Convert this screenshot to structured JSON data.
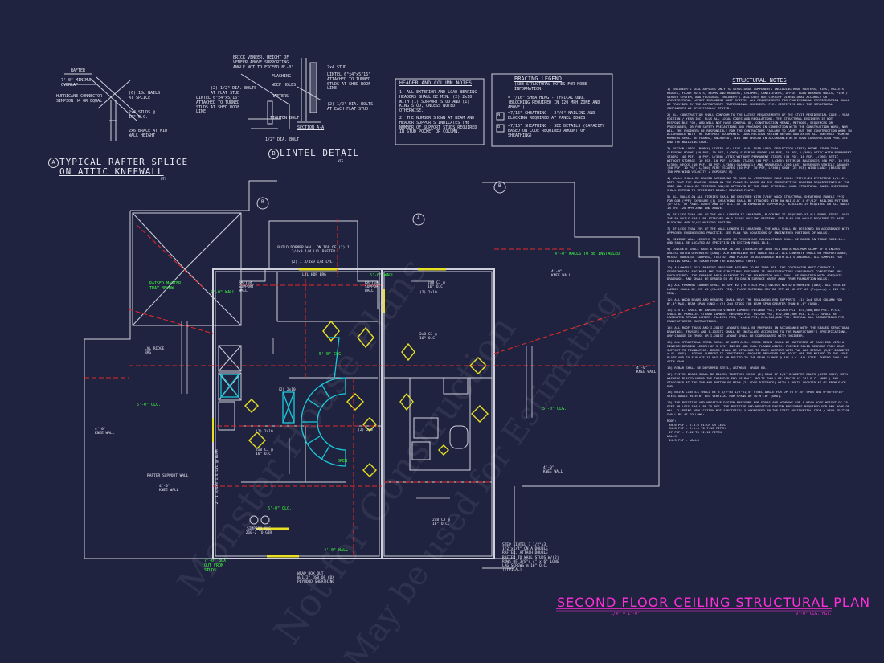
{
  "title": {
    "main": "SECOND FLOOR CEILING STRUCTURAL PLAN",
    "scale": "1/4\" = 1'-0\"",
    "ceiling": "9'-0\" CLG. HGT."
  },
  "detail_a": {
    "tag": "A",
    "title_line1": "TYPICAL RAFTER SPLICE",
    "title_line2": "ON ATTIC KNEEWALL",
    "nts": "NTS",
    "labels": [
      "RAFTER",
      "7'-0\" MINIMUM OVERLAP",
      "HURRICANE CONNECTOR SIMPSON H4 OR EQUAL",
      "(6) 10d NAILS AT SPLICE",
      "2x4 STUDS @ 16\" O.C.",
      "2x6 BRACE AT MID WALL HEIGHT"
    ]
  },
  "detail_b": {
    "tag": "B",
    "title": "LINTEL DETAIL",
    "nts": "NTS",
    "section": "SECTION A-A",
    "labels": [
      "BRICK VENEER, HEIGHT OF VENEER ABOVE SUPPORTING ANGLE NOT TO EXCEED 8'-0\"",
      "(2) 1/2\" DIA. BOLTS AT FLAT STUD",
      "LINTEL 6\"x4\"x5/16\" ATTACHED TO TURNED STUDS AT SHED ROOF LINE.",
      "FLASHING",
      "WEEP HOLES",
      "RAFTERS",
      "2x4 STUD",
      "LINTEL 6\"x4\"x5/16\" ATTACHED TO TURNED STUDS AT SHED ROOF LINE.",
      "(2) 1/2\" DIA. BOLTS AT EACH FLAT STUD",
      "TIGHTEN BOLT",
      "1/2\" DIA. BOLT"
    ]
  },
  "header_notes": {
    "heading": "HEADER AND COLUMN NOTES",
    "items": [
      "1. ALL EXTERIOR AND LOAD BEARING HEADERS SHALL BE MIN. (2) 2x10 WITH (1) SUPPORT STUD AND (1) KING STUD, UNLESS NOTED OTHERWISE.",
      "2. THE NUMBER SHOWN AT BEAM AND HEADER SUPPORTS INDICATES THE NUMBER OF SUPPORT STUDS REQUIRED IN STUD POCKET OR COLUMN."
    ]
  },
  "bracing_legend": {
    "heading": "BRACING LEGEND",
    "sub": "(SEE STRUCTURAL NOTES FOR MORE INFORMATION)",
    "items": [
      "= 7/16\" SHEATHING - TYPICAL UNO. (BLOCKING REQUIRED IN 120 MPH ZONE AND ABOVE.)",
      "=7/16\" SHEATHING - 3\"/6\" NAILING AND BLOCKING REQUIRED AT PANEL EDGES",
      "=7/16\" SHEATHING - SEE DETAILS (CAPACITY BASED ON CODE REQUIRED AMOUNT OF SHEATHING)"
    ],
    "markers": [
      "N",
      "B"
    ]
  },
  "structural_notes": {
    "heading": "STRUCTURAL NOTES",
    "items": [
      "1) ENGINEER'S SEAL APPLIES ONLY TO STRUCTURAL COMPONENTS INCLUDING ROOF RAFTERS, HIPS, VALLEYS, RIDGES, FLOOR JOISTS, BEAMS AND HEADERS, COLUMNS, CANTILEVERS, OFFSET LOAD BEARING WALLS, PIER / GIRDER SYSTEM, AND FOOTINGS. ENGINEER'S SEAL DOES NOT CERTIFY DIMENSIONAL ACCURACY OR ARCHITECTURAL LAYOUT INCLUDING ROOF SYSTEM. ALL REQUIREMENTS FOR PROFESSIONAL CERTIFICATION SHALL BE PROVIDED BY THE APPROPRIATE PROFESSIONAL ENGINEER. P.E. CERTIFIES ONLY THE STRUCTURAL COMPONENTS AS SPECIFICALLY STATED.",
      "2) ALL CONSTRUCTION SHALL CONFORM TO THE LATEST REQUIREMENTS OF THE STATE RESIDENTIAL CODE - YEAR EDITION / YEAR IRC, PLUS ALL LOCAL CODES AND REGULATIONS. THE STRUCTURAL ENGINEER IS NOT RESPONSIBLE FOR, AND WILL NOT HAVE CONTROL OF, CONSTRUCTION MEANS, METHODS, SEQUENCES OR PROCEDURES, OR FOR SAFETY PRECAUTIONS AND PROGRAMS IN CONNECTION WITH THE CONSTRUCTION WORK, NOR WILL THE ENGINEER BE RESPONSIBLE FOR THE CONTRACTORS FAILURE TO CARRY OUT THE CONSTRUCTION WORK IN ACCORDANCE WITH THE CONTRACT DOCUMENTS. CONSTRUCTION REVIEW BEFORE AND AFTER ALL CONTRACT FRAMING MEMBERS SHALL BE FRAMED, ANCHORED, TIED AND BRACED IN ACCORDANCE WITH GOOD CONSTRUCTION PRACTICE AND THE BUILDING CODE.",
      "3) DESIGN LOADS (NSMAX) LISTED AS: LIVE LOAD, DEAD LOAD, DEFLECTION LIMIT) ROOMS OTHER THAN SLEEPING ROOMS (40 PSF, 10 PSF, L/360) SLEEPING ROOMS (30 PSF, 10 PSF, L/360) ATTIC WITH PERMANENT STAIRS (40 PSF, 10 PSF, L/360) ATTIC WITHOUT PERMANENT STAIRS (30 PSF, 10 PSF, L/360) ATTIC WITHOUT STORAGE (10 PSF, 10 PSF, L/240) STAIRS (40 PSF, L/360) EXTERIOR BALCONIES (60 PSF, 10 PSF, L/360) DECKS (40 PSF, 10 PSF, L/360) GUARDRAILS AND HANDRAILS (200 LBS) PASSENGER VEHICLE GARAGES (50 PSF, 10 PSF, L/360) FIRE ESCAPES (40 PSF, 10 PSF, L/360) SNOW (25 PSF) WIND LOAD: (BASED ON 130 MPH WIND VELOCITY + EXPOSURE B)",
      "4) WALLS SHALL BE BRACED ACCORDING TO R602.10 (TEMPORARY RULE DS641 ITEM R-21 EFFECTIVE 1/1-12). NOTE THAT THE BRACING SHOWN ON THE PLANS IS BASED ON THE PRESCRIPTIVE BRACING REQUIREMENTS OF THE CODE AND SHALL BE VERIFIED AND/OR APPROVED BY THE CODE OFFICIAL. WOOD STRUCTURAL PANEL SHEATHING SHALL EXTEND TO UPPERMOST DOUBLE BEARING PLATE.",
      "5) ALL WALLS ON ALL STORIES SHALL BE SHEATHED WITH 7/16\" WOOD STRUCTURAL SHEATHING PANELS (*CS) FOR OSB (*PF) EXPOSURE (1) SHEATHING SHALL BE ATTACHED WITH 8d NAILS AT A 6\"/12\" NAILING PATTERN (6\" O.C. AT PANEL EDGES AND 12\" O.C. AT INTERMEDIATE SUPPORTS). BLOCKING IS REQUIRED ON ALL WALLS IN THE 120 MPH ZONE AND ABOVE.",
      "6) IF LESS THAN 50% OF THE WALL LENGTH IS SHEATHED, BLOCKING IS REQUIRED AT ALL PANEL EDGES. ALSO THE 8d NAILS SHALL BE ATTACHED ON A 3\"/6\" NAILING PATTERN. SEE PLAN FOR WALLS REQUIRED TO HAVE BLOCKING AND 3\"/6\" NAILING PATTERN.",
      "7) IF LESS THAN 25% OF THE WALL LENGTH IS SHEATHED, THE WALL SHALL BE DESIGNED IN ACCORDANCE WITH APPROVED ENGINEERING PRACTICE. SEE PLAN FOR LOCATIONS OF ENGINEERED PORTIONS OF WALLS.",
      "8) MINIMUM WALL LENGTHS TO BE USED IN PERCENTAGE CALCULATIONS SHALL BE BASED ON TABLE R602.10.4 AND SHALL BE LOCATED AS SPECIFIED IN SECTION R602.10.4.",
      "9) CONCRETE SHALL HAVE A MINIMUM 28 DAY STRENGTH OF 3000 PSI AND A MAXIMUM SLUMP OF 5 INCHES UNLESS NOTED OTHERWISE (UNO). AIR ENTRAINED PER TABLE 402.2. ALL CONCRETE SHALL BE PROPORTIONED, MIXED, HANDLED, SAMPLED, TESTED, AND PLACED IN ACCORDANCE WITH ACI STANDARDS. ALL SAMPLES FOR TESTING SHALL BE TAKEN FROM THE DISCHARGE CHUTE.",
      "10) ALLOWABLE SOIL BEARING PRESSURE ASSUMED TO BE 2000 PSF. THE CONTRACTOR MUST CONTACT A GEOTECHNICAL ENGINEER AND THE STRUCTURAL ENGINEER IF UNSATISFACTORY SUBSURFACE CONDITIONS ARE ENCOUNTERED. THE SURFACE AREA ADJACENT TO THE FOUNDATION WALL SHALL BE PROVIDED WITH ADEQUATE DRAINAGE, AND SHALL BE GRADED SO AS TO DRAIN SURFACE WATER AWAY FROM FOUNDATION WALLS.",
      "11) ALL FRAMING LUMBER SHALL BE SPF #2 (Fb = 875 PSI) UNLESS NOTED OTHERWISE (UNO). ALL TREATED LUMBER SHALL BE SYP #2 (Fb=975 PSI). PLATE MATERIAL MAY BE SPF #3 OR SYP #3 (Fc(perp) = 425 PSI - MIN).",
      "12) ALL WOOD BEAMS AND HEADERS SHALL HAVE THE FOLLOWING END SUPPORTS: (1) 2x4 STUD COLUMN FOR 6'-0\" MAX. BEAM SPAN (UNO); (2) 2x4 STUDS FOR BEAM SPAN GREATER THAN 6'-0\" (UNO).",
      "13) L.V.L. SHALL BE LAMINATED VENEER LUMBER: Fb=2600 PSI, Fv=285 PSI, E=1,900,000 PSI. P.S.L. SHALL BE PARALLEL STRAND LUMBER: Fb=2900 PSI, Fv=290 PSI, E=2,000,000 PSI. L.S.L. SHALL BE LAMINATED STRAND LUMBER: Fb=2250 PSI, Fv=400 PSI, E=1,550,000 PSI. INSTALL ALL CONNECTIONS PER MANUFACTURERS INSTRUCTIONS.",
      "14) ALL ROOF TRUSS AND I-JOIST LAYOUTS SHALL BE PREPARED IN ACCORDANCE WITH THE SEALED STRUCTURAL DRAWINGS. TRUSSES AND I-JOISTS SHALL BE INSTALLED ACCORDING TO THE MANUFACTURE'S SPECIFICATIONS. ANY CHANGE IN TRUSS OR I-JOIST LAYOUT SHALL BE COORDINATED WITH ENGINEER.",
      "15) ALL STRUCTURAL STEEL SHALL BE ASTM A-36. STEEL BEAMS SHALL BE SUPPORTED AT EACH END WITH A MINIMUM BEARING LENGTH OF 3 1/2\" INCHES AND FULL FLANGE WIDTH. PROVIDE SOLID BEARING FROM BEAM SUPPORT TO FOUNDATION. BEAMS SHALL BE ATTACHED TO EACH SUPPORT WITH TWO LAG SCREWS (1/2\" DIAMETER x 4\" LONG). LATERAL SUPPORT IS CONSIDERED ADEQUATE PROVIDED THE JOIST ARE TOE NAILED TO THE SOLE PLATE AND SOLE PLATE IS NAILED OR BOLTED TO THE BEAM FLANGE @ 48\" O.C. ALL STEEL TUBING SHALL BE ASTM A500.",
      "16) REBAR SHALL BE DEFORMED STEEL, ASTM615, GRADE 60.",
      "17) FLITCH BEAMS SHALL BE BOLTED TOGETHER USING (2) ROWS OF 1/2\" DIAMETER BOLTS (ASTM A307) WITH WASHERS PLACED UNDER THE THREADED END OF BOLT. BOLTS SHALL BE SPACED AT 24\" O.C. (MAX.) AND STAGGERED AT THE TOP AND BOTTOM OF BEAM (2\" EDGE DISTANCE) WITH 2 BOLTS LOCATED AT 6\" FROM EACH END.",
      "18) BRICK LINTELS SHALL BE 3 1/2\"x3 1/2\"x1/4\" STEEL ANGLE FOR UP TO 6'-0\" SPAN AND 6\"x4\"x5/16\" STEEL ANGLE WITH 6\" LEG VERTICAL FOR SPANS UP TO 9'-0\" (UNO).",
      "19) THE POSITIVE AND NEGATIVE DESIGN PRESSURE FOR DOORS AND WINDOWS FOR A MEAN ROOF HEIGHT OF 35 FEET OR LESS SHALL BE 25 PSF. THE POSITIVE AND NEGATIVE DESIGN PRESSURES REQUIRED FOR ANY ROOF OR WALL CLADDING APPLICATION NOT SPECIFICALLY ADDRESSED IN THE STATE RESIDENTIAL CODE / YEAR EDITION SHALL BE AS FOLLOWS:",
      "ROOF:\n 49.6 PSF - 2.0-6 PITCH OR LESS\n 34.8 PSF - 2.5-6 TO 7-12 PITCH\n 27 PSF - 7-12 TO 12-12 PITCH\nWALLS:\n 24.3 PSF - WALLS"
    ]
  },
  "plan_labels": {
    "green": [
      "4'-0\" WALLS TO BE INSTALLED",
      "7'-0\" WALL",
      "5'-0\" WALL",
      "5'-0\" CLG.",
      "5'-0\" CLG.",
      "5'-0\" CLG.",
      "6'-0\" CLG.",
      "4'-0\" WALL",
      "7'-0\" BOX OUT FROM STUDS",
      "OPEN",
      "RAISED MASTER TRAY BELOW"
    ],
    "white": [
      "BUILD DORMER WALL ON TOP OF (2) 1 3/4x9 1/4 LVL RAFTER",
      "(2) 1 3/4x9 1/4 LVL",
      "LVL HDR BRG",
      "RAFTER SUPPORT WALL",
      "RAFTER SUPPORT WALL",
      "2x8 CJ @ 16\" O.C.",
      "2x8 CJ @ 16\" O.C.",
      "2x8 CJ @ 16\" O.C.",
      "2x8 CJ @ 16\" O.C.",
      "LVL RIDGE BRG",
      "RAFTER SUPPORT WALL",
      "4'-0\" KNEE WALL",
      "4'-0\" KNEE WALL",
      "4'-0\" KNEE WALL",
      "4'-0\" KNEE WALL",
      "4'-0\" KNEE WALL",
      "SIMPSON HUC 210-2 TO GIR",
      "WRAP BOX OUT W/1/2\" OSB OR CDX PLYWOOD SHEATHING",
      "STEP LINTEL 3 1/2\"x3 1/2\"x1/4\" ON A DOUBLE RAFTER. ATTACH DOUBLE RAFTER TO WALL STUDS W/(2) ROWS OF 3/8\"x 4\" x 6\" LONG LAG SCREWS @ 16\" O.C. (TYPICAL)",
      "(2) 2x10",
      "(2) 2x10",
      "(2) 2x10",
      "(2) 2x8",
      "(2) 1 3/4x9 1/4 LVL @ BEAM"
    ],
    "tags": [
      "B",
      "A",
      "B"
    ]
  },
  "watermark": [
    "Monster House Plans",
    "Not for Construction",
    "May be used for Estimating"
  ],
  "colors": {
    "background": "#1f2340",
    "lines": "#d8d8e4",
    "title": "#ff2fd8",
    "green_note": "#3fff3f",
    "beam": "#e02828",
    "stair": "#18c8d8",
    "fixture": "#e8e020"
  }
}
